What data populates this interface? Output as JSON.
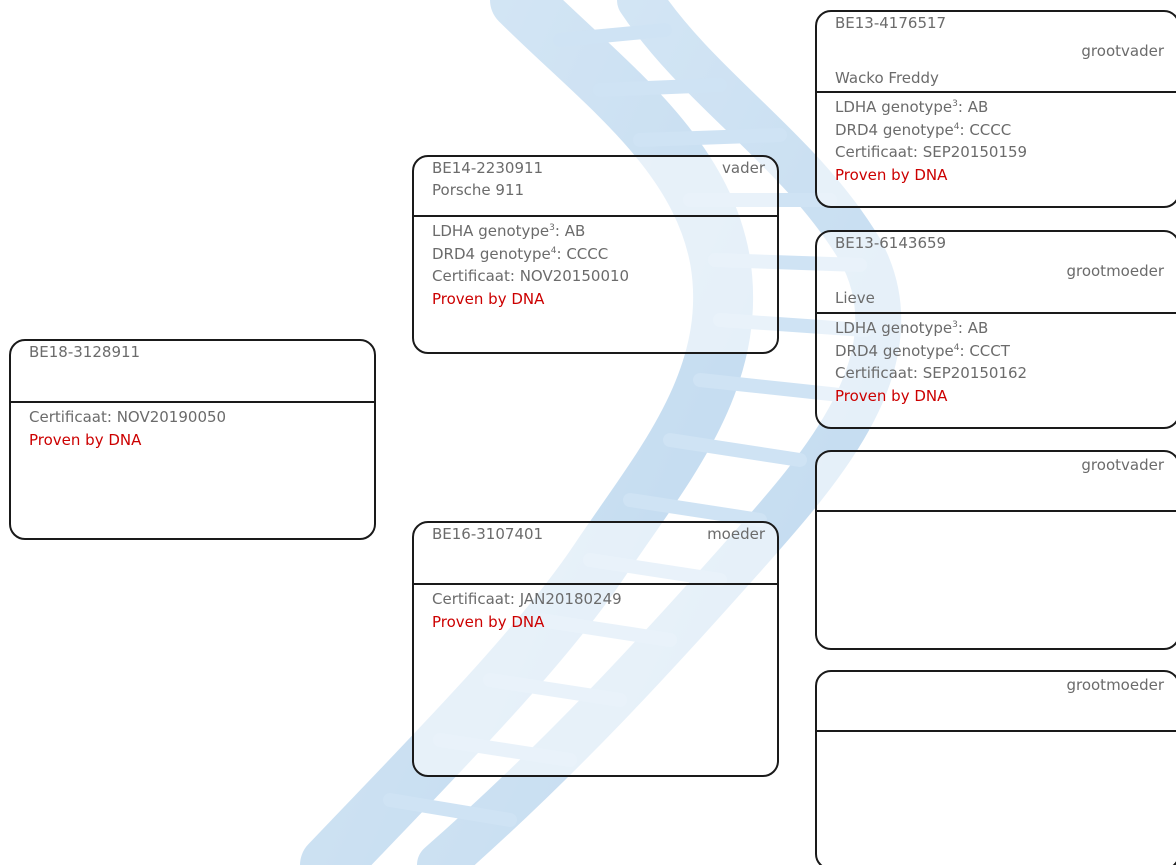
{
  "colors": {
    "border": "#1a1a1a",
    "text": "#6b6b6b",
    "proven": "#cc0000",
    "background_dna": "#7fb2dd"
  },
  "subject": {
    "ring": "BE18-3128911",
    "certificate": "Certificaat: NOV20190050",
    "proven": "Proven by DNA"
  },
  "father": {
    "ring": "BE14-2230911",
    "role": "vader",
    "name": "Porsche 911",
    "ldha_label": "LDHA genotype",
    "ldha_sup": "3",
    "ldha_value": ": AB",
    "drd4_label": "DRD4 genotype",
    "drd4_sup": "4",
    "drd4_value": ": CCCC",
    "certificate": "Certificaat: NOV20150010",
    "proven": "Proven by DNA"
  },
  "mother": {
    "ring": "BE16-3107401",
    "role": "moeder",
    "certificate": "Certificaat: JAN20180249",
    "proven": "Proven by DNA"
  },
  "paternal_grandfather": {
    "ring": "BE13-4176517",
    "role": "grootvader",
    "name": "Wacko Freddy",
    "ldha_label": "LDHA genotype",
    "ldha_sup": "3",
    "ldha_value": ": AB",
    "drd4_label": "DRD4 genotype",
    "drd4_sup": "4",
    "drd4_value": ": CCCC",
    "certificate": "Certificaat: SEP20150159",
    "proven": "Proven by DNA"
  },
  "paternal_grandmother": {
    "ring": "BE13-6143659",
    "role": "grootmoeder",
    "name": "Lieve",
    "ldha_label": "LDHA genotype",
    "ldha_sup": "3",
    "ldha_value": ": AB",
    "drd4_label": "DRD4 genotype",
    "drd4_sup": "4",
    "drd4_value": ": CCCT",
    "certificate": "Certificaat: SEP20150162",
    "proven": "Proven by DNA"
  },
  "maternal_grandfather": {
    "role": "grootvader"
  },
  "maternal_grandmother": {
    "role": "grootmoeder"
  }
}
